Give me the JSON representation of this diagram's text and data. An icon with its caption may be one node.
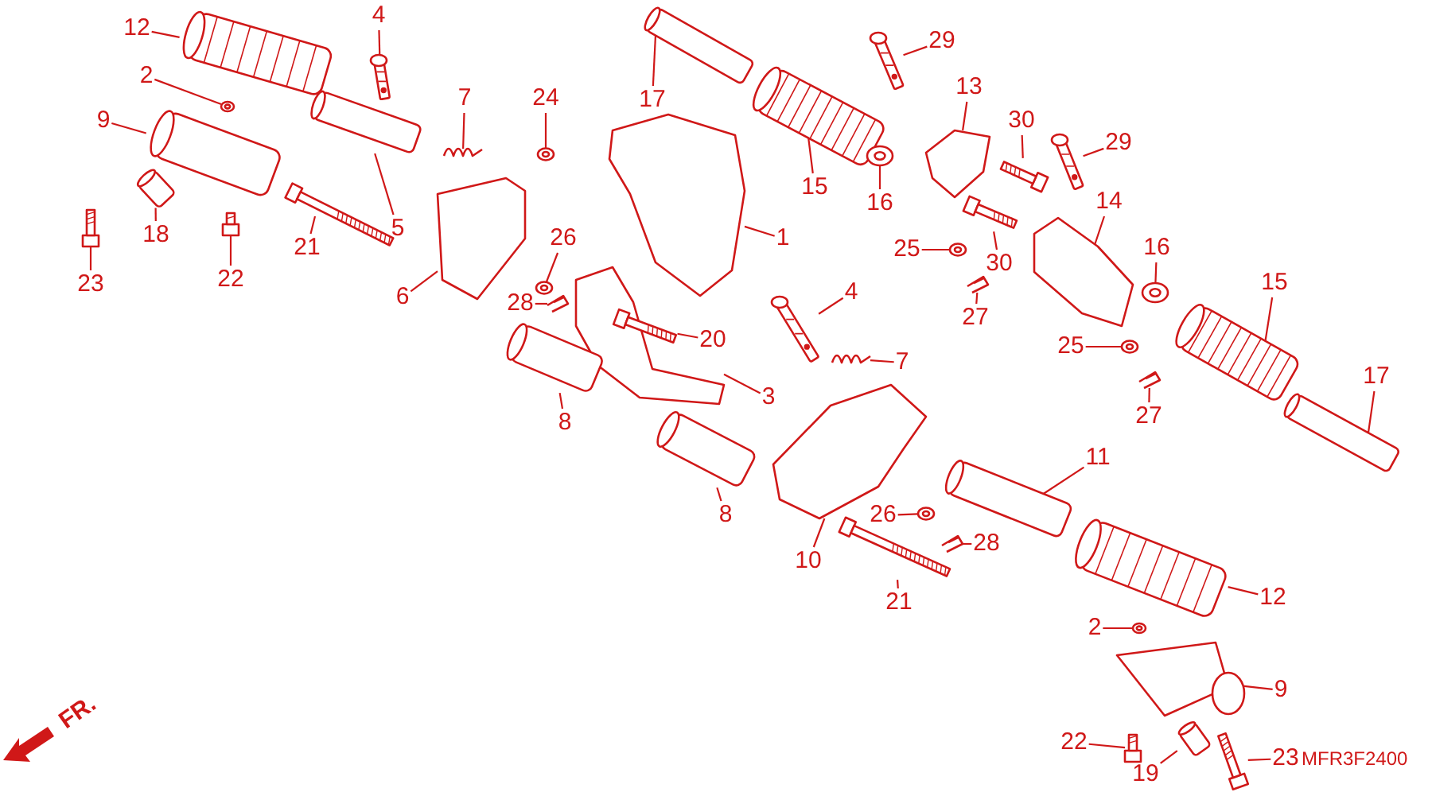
{
  "diagram": {
    "nodes": [
      {
        "text": [
          "12"
        ]
      },
      {
        "text": [
          "4"
        ]
      },
      {
        "text": [
          "2"
        ]
      },
      {
        "text": [
          "7"
        ]
      },
      {
        "text": [
          "24"
        ]
      },
      {
        "text": [
          "9"
        ]
      },
      {
        "text": [
          "18"
        ]
      },
      {
        "text": [
          "21"
        ]
      },
      {
        "text": [
          "22"
        ]
      },
      {
        "text": [
          "23"
        ]
      },
      {
        "text": [
          "5"
        ]
      },
      {
        "text": [
          "6"
        ]
      },
      {
        "text": [
          "26"
        ]
      },
      {
        "text": [
          "28"
        ]
      },
      {
        "text": [
          "1"
        ]
      },
      {
        "text": [
          "20"
        ]
      },
      {
        "text": [
          "8"
        ]
      },
      {
        "text": [
          "3"
        ]
      },
      {
        "text": [
          "4"
        ]
      },
      {
        "text": [
          "7"
        ]
      },
      {
        "text": [
          "8"
        ]
      },
      {
        "text": [
          "10"
        ]
      },
      {
        "text": [
          "21"
        ]
      },
      {
        "text": [
          "26"
        ]
      },
      {
        "text": [
          "28"
        ]
      },
      {
        "text": [
          "11"
        ]
      },
      {
        "text": [
          "12"
        ]
      },
      {
        "text": [
          "2"
        ]
      },
      {
        "text": [
          "9"
        ]
      },
      {
        "text": [
          "22"
        ]
      },
      {
        "text": [
          "19"
        ]
      },
      {
        "text": [
          "23"
        ]
      },
      {
        "text": [
          "17"
        ]
      },
      {
        "text": [
          "15"
        ]
      },
      {
        "text": [
          "16"
        ]
      },
      {
        "text": [
          "29"
        ]
      },
      {
        "text": [
          "13"
        ]
      },
      {
        "text": [
          "30"
        ]
      },
      {
        "text": [
          "29"
        ]
      },
      {
        "text": [
          "25"
        ]
      },
      {
        "text": [
          "30"
        ]
      },
      {
        "text": [
          "27"
        ]
      },
      {
        "text": [
          "14"
        ]
      },
      {
        "text": [
          "16"
        ]
      },
      {
        "text": [
          "15"
        ]
      },
      {
        "text": [
          "25"
        ]
      },
      {
        "text": [
          "27"
        ]
      },
      {
        "text": [
          "17"
        ]
      },
      {
        "text": [],
        "shape": "picture"
      },
      {
        "text": [],
        "shape": "picture"
      },
      {
        "text": [],
        "shape": "picture"
      },
      {
        "text": [],
        "shape": "picture"
      },
      {
        "text": [],
        "shape": "picture"
      },
      {
        "text": [],
        "shape": "picture"
      },
      {
        "text": [],
        "shape": "picture"
      },
      {
        "text": [],
        "shape": "picture"
      },
      {
        "text": [],
        "shape": "picture"
      },
      {
        "text": [],
        "shape": "picture"
      },
      {
        "text": [],
        "shape": "picture"
      },
      {
        "text": [],
        "shape": "picture"
      },
      {
        "text": [],
        "shape": "picture"
      },
      {
        "text": [],
        "shape": "picture"
      },
      {
        "text": [],
        "shape": "picture"
      },
      {
        "text": [],
        "shape": "picture"
      },
      {
        "text": [],
        "shape": "picture"
      },
      {
        "text": [],
        "shape": "picture"
      },
      {
        "text": [],
        "shape": "picture"
      },
      {
        "text": [],
        "shape": "picture"
      },
      {
        "text": [],
        "shape": "picture"
      },
      {
        "text": [],
        "shape": "picture"
      },
      {
        "text": [],
        "shape": "picture"
      },
      {
        "text": [],
        "shape": "picture"
      },
      {
        "text": [],
        "shape": "picture"
      },
      {
        "text": [],
        "shape": "picture"
      },
      {
        "text": [],
        "shape": "picture"
      },
      {
        "text": [],
        "shape": "picture"
      },
      {
        "text": [],
        "shape": "picture"
      },
      {
        "text": [],
        "shape": "picture"
      },
      {
        "text": [],
        "shape": "picture"
      },
      {
        "text": [],
        "shape": "picture"
      },
      {
        "text": [],
        "shape": "picture"
      },
      {
        "text": [],
        "shape": "picture"
      },
      {
        "text": [],
        "shape": "picture"
      },
      {
        "text": [],
        "shape": "picture"
      },
      {
        "text": [],
        "shape": "picture"
      },
      {
        "text": [],
        "shape": "picture"
      },
      {
        "text": [],
        "shape": "picture"
      },
      {
        "text": [],
        "shape": "picture"
      },
      {
        "text": [],
        "shape": "picture"
      },
      {
        "text": [],
        "shape": "picture"
      },
      {
        "text": [],
        "shape": "picture"
      },
      {
        "text": [],
        "shape": "picture"
      },
      {
        "text": [],
        "shape": "picture"
      },
      {
        "text": [],
        "shape": "picture"
      },
      {
        "text": [],
        "shape": "picture"
      },
      {
        "text": [],
        "shape": "picture"
      }
    ],
    "edges": [
      {
        "from": 0,
        "to": 48,
        "arrow": "none"
      },
      {
        "from": 1,
        "to": 49,
        "arrow": "none"
      },
      {
        "from": 2,
        "to": 50,
        "arrow": "none"
      },
      {
        "from": 3,
        "to": 51,
        "arrow": "none"
      },
      {
        "from": 4,
        "to": 52,
        "arrow": "none"
      },
      {
        "from": 5,
        "to": 53,
        "arrow": "none"
      },
      {
        "from": 6,
        "to": 54,
        "arrow": "none"
      },
      {
        "from": 7,
        "to": 55,
        "arrow": "none"
      },
      {
        "from": 8,
        "to": 56,
        "arrow": "none"
      },
      {
        "from": 9,
        "to": 57,
        "arrow": "none"
      },
      {
        "from": 10,
        "to": 58,
        "arrow": "none"
      },
      {
        "from": 11,
        "to": 59,
        "arrow": "none"
      },
      {
        "from": 12,
        "to": 60,
        "arrow": "none"
      },
      {
        "from": 13,
        "to": 61,
        "arrow": "none"
      },
      {
        "from": 14,
        "to": 62,
        "arrow": "none"
      },
      {
        "from": 15,
        "to": 63,
        "arrow": "none"
      },
      {
        "from": 16,
        "to": 64,
        "arrow": "none"
      },
      {
        "from": 17,
        "to": 65,
        "arrow": "none"
      },
      {
        "from": 18,
        "to": 66,
        "arrow": "none"
      },
      {
        "from": 19,
        "to": 67,
        "arrow": "none"
      },
      {
        "from": 20,
        "to": 68,
        "arrow": "none"
      },
      {
        "from": 21,
        "to": 69,
        "arrow": "none"
      },
      {
        "from": 22,
        "to": 70,
        "arrow": "none"
      },
      {
        "from": 23,
        "to": 71,
        "arrow": "none"
      },
      {
        "from": 24,
        "to": 72,
        "arrow": "none"
      },
      {
        "from": 25,
        "to": 73,
        "arrow": "none"
      },
      {
        "from": 26,
        "to": 74,
        "arrow": "none"
      },
      {
        "from": 27,
        "to": 75,
        "arrow": "none"
      },
      {
        "from": 28,
        "to": 76,
        "arrow": "none"
      },
      {
        "from": 29,
        "to": 77,
        "arrow": "none"
      },
      {
        "from": 30,
        "to": 78,
        "arrow": "none"
      },
      {
        "from": 31,
        "to": 79,
        "arrow": "none"
      },
      {
        "from": 32,
        "to": 80,
        "arrow": "none"
      },
      {
        "from": 33,
        "to": 81,
        "arrow": "none"
      },
      {
        "from": 34,
        "to": 82,
        "arrow": "none"
      },
      {
        "from": 35,
        "to": 83,
        "arrow": "none"
      },
      {
        "from": 36,
        "to": 84,
        "arrow": "none"
      },
      {
        "from": 37,
        "to": 85,
        "arrow": "none"
      },
      {
        "from": 38,
        "to": 86,
        "arrow": "none"
      },
      {
        "from": 39,
        "to": 87,
        "arrow": "none"
      },
      {
        "from": 40,
        "to": 88,
        "arrow": "none"
      },
      {
        "from": 41,
        "to": 89,
        "arrow": "none"
      },
      {
        "from": 42,
        "to": 90,
        "arrow": "none"
      },
      {
        "from": 43,
        "to": 91,
        "arrow": "none"
      },
      {
        "from": 44,
        "to": 92,
        "arrow": "none"
      },
      {
        "from": 45,
        "to": 93,
        "arrow": "none"
      },
      {
        "from": 46,
        "to": 94,
        "arrow": "none"
      },
      {
        "from": 47,
        "to": 95,
        "arrow": "none"
      }
    ],
    "labels": [
      "FR.",
      "MFR3F2400"
    ]
  }
}
